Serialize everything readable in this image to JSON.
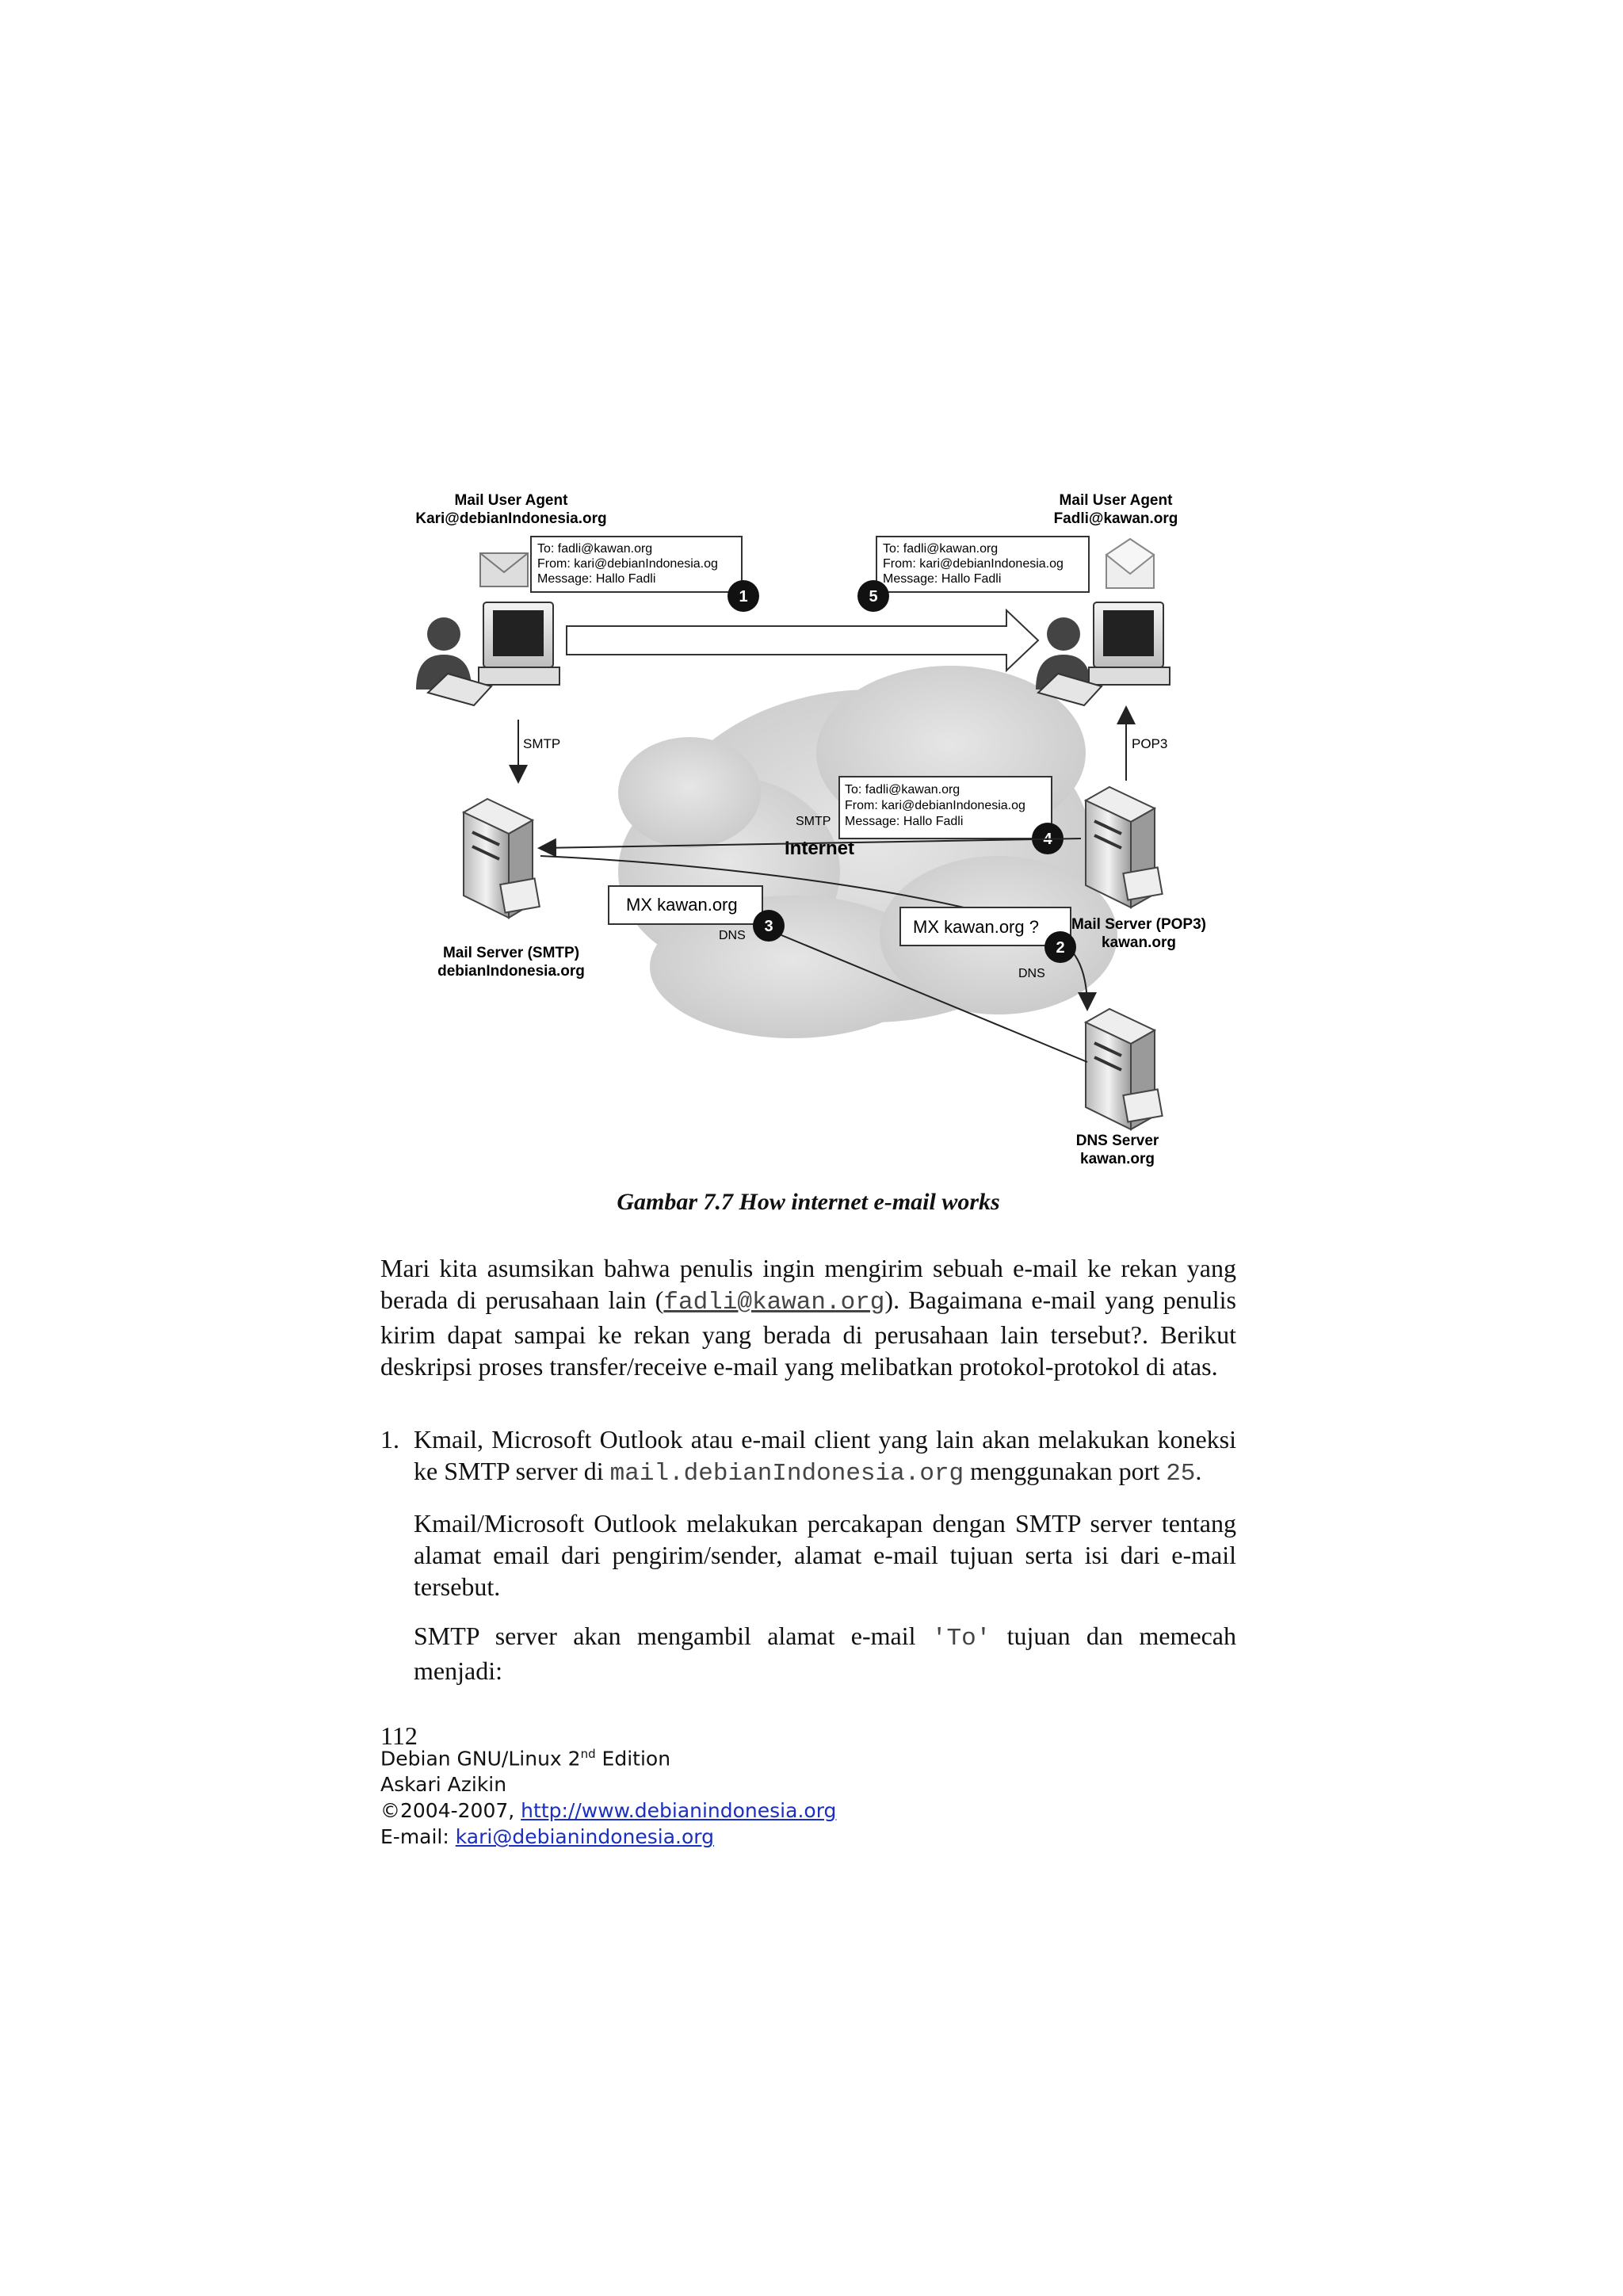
{
  "figure": {
    "left_agent": {
      "title": "Mail User Agent",
      "address": "Kari@debianIndonesia.org"
    },
    "right_agent": {
      "title": "Mail User Agent",
      "address": "Fadli@kawan.org"
    },
    "message_1": {
      "to": "To: fadli@kawan.org",
      "from": "From: kari@debianIndonesia.og",
      "message": "Message: Hallo Fadli"
    },
    "message_5": {
      "to": "To: fadli@kawan.org",
      "from": "From: kari@debianIndonesia.og",
      "message": "Message: Hallo Fadli"
    },
    "message_4": {
      "to": "To: fadli@kawan.org",
      "from": "From: kari@debianIndonesia.og",
      "message": "Message: Hallo Fadli"
    },
    "labels": {
      "smtp_top": "SMTP",
      "pop3": "POP3",
      "smtp_mid": "SMTP",
      "internet": "Internet",
      "dns_left": "DNS",
      "dns_right": "DNS"
    },
    "mx_reply": "MX kawan.org",
    "mx_query": "MX kawan.org ?",
    "steps": [
      "1",
      "2",
      "3",
      "4",
      "5"
    ],
    "smtp_server": {
      "title": "Mail Server (SMTP)",
      "domain": "debianIndonesia.org"
    },
    "pop3_server": {
      "title": "Mail Server (POP3)",
      "domain": "kawan.org"
    },
    "dns_server": {
      "title": "DNS Server",
      "domain": "kawan.org"
    },
    "icons": [
      "user-icon",
      "computer-icon",
      "server-icon",
      "envelope-icon",
      "cloud-icon"
    ]
  },
  "caption": "Gambar 7.7 How internet e-mail works",
  "paragraph1": {
    "part1": "Mari kita asumsikan bahwa penulis ingin mengirim sebuah e-mail ke rekan yang berada di perusahaan lain (",
    "email": "fadli@kawan.org",
    "part2": "). Bagaimana e-mail yang penulis kirim dapat sampai ke rekan yang berada di perusahaan lain tersebut?. Berikut deskripsi proses transfer/receive e-mail yang melibatkan protokol-protokol di atas."
  },
  "list": {
    "number": "1.",
    "text1": "Kmail, Microsoft Outlook atau e-mail client yang lain akan melakukan koneksi ke SMTP server di ",
    "host": "mail.debianIndonesia.org",
    "text2": " menggunakan port ",
    "port": "25",
    "text3": ".",
    "para2": "Kmail/Microsoft Outlook melakukan percakapan dengan SMTP server tentang alamat email dari pengirim/sender, alamat e-mail tujuan serta isi dari e-mail tersebut.",
    "para3_a": "SMTP server akan mengambil alamat e-mail ",
    "para3_code": "'To'",
    "para3_b": " tujuan dan memecah menjadi:"
  },
  "page_number": "112",
  "footer": {
    "book_title": "Debian GNU/Linux 2",
    "sup": "nd",
    "book_title_rest": " Edition",
    "author": "Askari Azikin",
    "copyright": "©2004-2007, ",
    "website": "http://www.debianindonesia.org",
    "email_label": "E-mail: ",
    "email": "kari@debianindonesia.org"
  }
}
